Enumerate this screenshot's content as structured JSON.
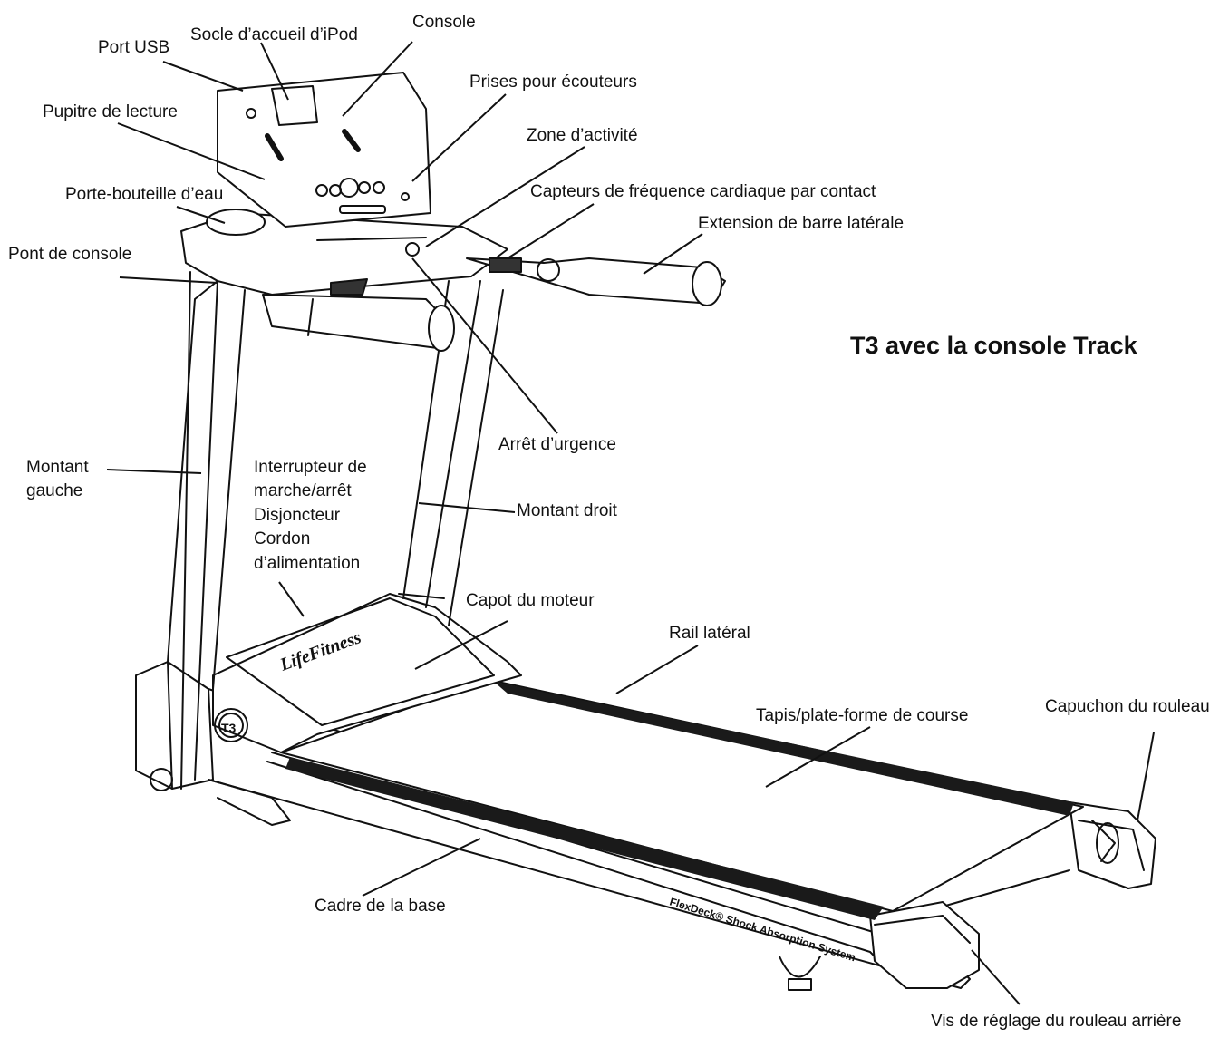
{
  "title": "T3 avec la console Track",
  "labels": {
    "port_usb": "Port USB",
    "ipod_dock": "Socle d’accueil d’iPod",
    "console": "Console",
    "headphone_jacks": "Prises pour écouteurs",
    "reading_rack": "Pupitre de lecture",
    "activity_zone": "Zone d’activité",
    "heart_rate_sensors": "Capteurs de fréquence cardiaque par contact",
    "water_bottle_holder": "Porte-bouteille d’eau",
    "side_bar_extension": "Extension de barre latérale",
    "console_bridge": "Pont de console",
    "emergency_stop": "Arrêt d’urgence",
    "left_upright_1": "Montant",
    "left_upright_2": "gauche",
    "power_switch_1": "Interrupteur de",
    "power_switch_2": "marche/arrêt",
    "circuit_breaker": "Disjoncteur",
    "power_cord_1": "Cordon",
    "power_cord_2": "d’alimentation",
    "right_upright": "Montant droit",
    "motor_hood": "Capot du moteur",
    "side_rail": "Rail latéral",
    "belt_deck": "Tapis/plate-forme de course",
    "roller_cap": "Capuchon du rouleau",
    "base_frame": "Cadre de la base",
    "rear_roller_screw": "Vis de réglage du rouleau arrière"
  },
  "printed": {
    "brand_logo": "LifeFitness",
    "model_badge": "T3",
    "flexdeck": "FlexDeck® Shock Absorption System"
  },
  "colors": {
    "ink": "#111111",
    "belt_dark": "#1a1a1a",
    "background": "#ffffff"
  }
}
